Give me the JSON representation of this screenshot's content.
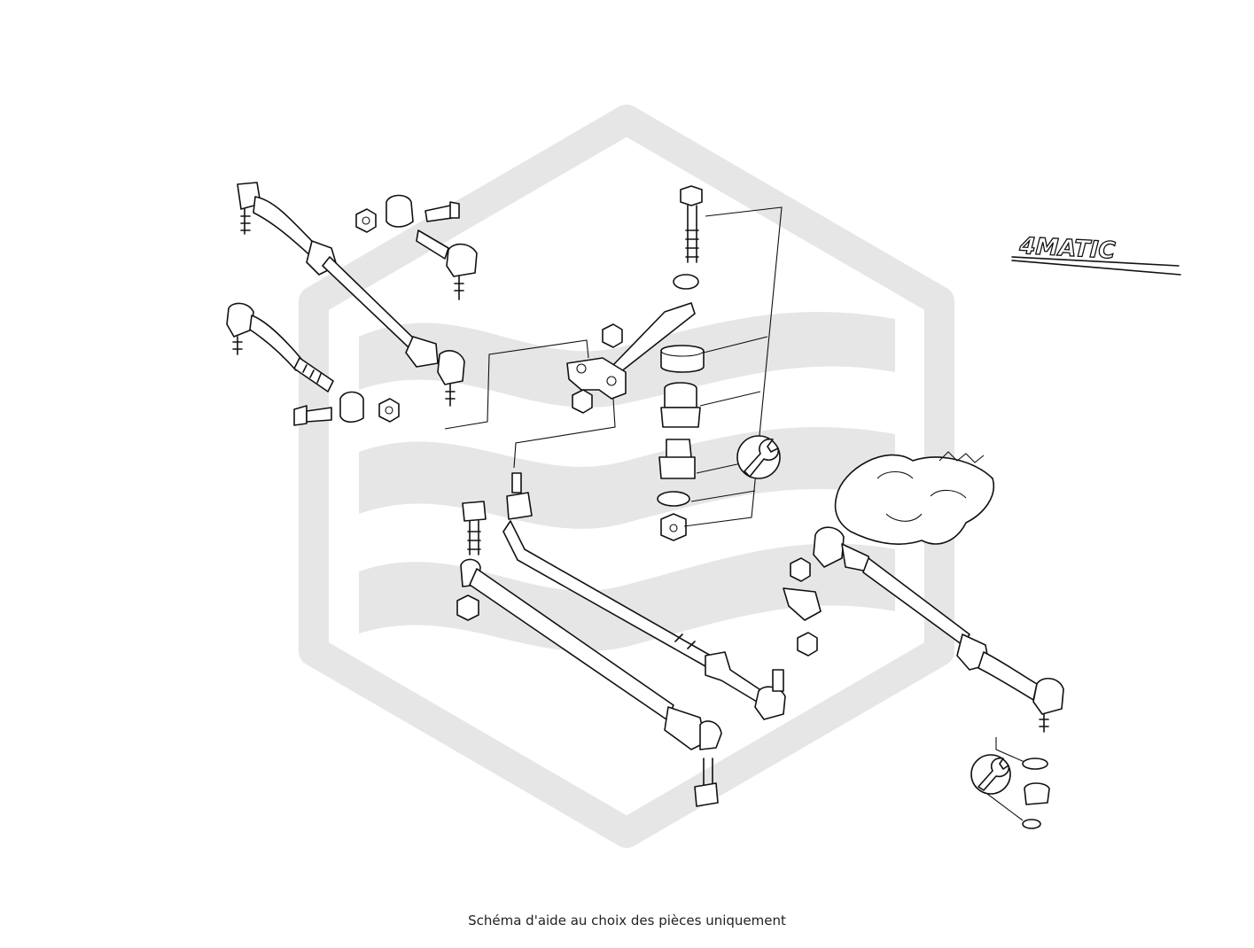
{
  "caption": "Schéma d'aide au choix des pièces uniquement",
  "badge": "4MATIC",
  "icons": [
    "wrench-icon",
    "wrench-icon"
  ],
  "watermark": "hexagon-logo"
}
